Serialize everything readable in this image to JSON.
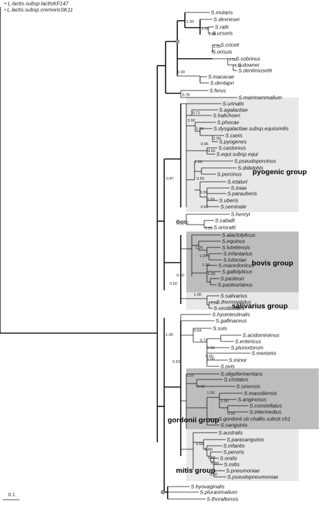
{
  "groups": {
    "pyogenic": "pyogenic group",
    "bovis": "bovis group",
    "salivarius": "salivarius group",
    "gordonii": "gordonii group",
    "mitis": "mitis group"
  },
  "colors": {
    "light_box": "#e8e8e8",
    "dark_box": "#bdbdbd",
    "line": "#111111"
  },
  "scale_bar": {
    "label": "0.1"
  },
  "taxa": [
    "L.lactis.subsp.lactisKF147",
    "L.lactis.subsp.cremorisSK11",
    "S.mutans",
    "S.devriesei",
    "S.ratti",
    "S.ursoris",
    "S.criceti",
    "S.orisuis",
    "S.sobrinus",
    "S.downei",
    "S.dentirousetti",
    "S.macacae",
    "S.dentapri",
    "S.ferus",
    "S.marimammalium",
    "S.urinalis",
    "S.agalactiae",
    "S.halichoeri",
    "S.phocae",
    "S.dysgalactiae.subsp.equisimilis",
    "S.canis",
    "S.pyogenes",
    "S.castoreus",
    "S.equi.subsp.equi",
    "S.pseudoporcinus",
    "S.didelphis",
    "S.porcinus",
    "S.ictaluri",
    "S.iniae",
    "S.parauberis",
    "S.uberis",
    "S.seminale",
    "S.henryi",
    "S.caballi",
    "S.orisratti",
    "S.alactolyticus",
    "S.equinus",
    "S.lutetiensis",
    "S.infantarius",
    "S.lutociae",
    "S.macedonicus",
    "S.gallolyticus",
    "S.pasteuri",
    "S.pasteurianus",
    "S.salivarius",
    "S.thermophilus",
    "S.vestibularis",
    "S.hyointestinalis",
    "S.gallinaceus",
    "S.suis",
    "S.acidominimus",
    "S.entericus",
    "S.plurextorum",
    "S.merionis",
    "S.minor",
    "S.ovis",
    "S.oligofermentans",
    "S.cristatus",
    "S.sinensis",
    "S.massiliensis",
    "S.anginosus",
    "S.constellatus",
    "S.intermedius",
    "S.gordonii.str.challis.substr.ch1",
    "S.sanguinis",
    "S.australis",
    "S.parasanguinis",
    "S.infantis",
    "S.peroris",
    "S.oralis",
    "S.mitis",
    "S.pneumoniae",
    "S.pseudopneumoniae",
    "S.hyovaginalis",
    "S.pluranimalium",
    "S.thoraltensis"
  ],
  "supports": [
    "1.00",
    "1.00",
    "1.00",
    "1.00",
    "1.00",
    "1.00",
    "1.00",
    "0.78",
    "0.71",
    "0.92",
    "1.00",
    "0.96",
    "1.00",
    "0.50",
    "1.00",
    "0.50",
    "0.50",
    "0.62",
    "0.50",
    "0.87",
    "0.50",
    "0.99",
    "0.50",
    "1.00",
    "1.00",
    "1.00",
    "0.60",
    "1.00",
    "1.00",
    "1.00",
    "0.50",
    "1.00",
    "0.64",
    "0.72",
    "0.68",
    "0.50",
    "0.53",
    "1.00",
    "0.50",
    "0.50",
    "1.00",
    "1.00",
    "0.55",
    "0.60",
    "0.60",
    "1.00",
    "0.50",
    "0.50"
  ]
}
